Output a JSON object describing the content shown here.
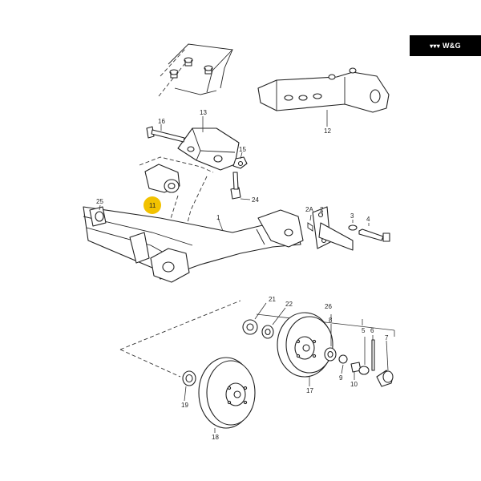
{
  "logo": {
    "mark": "▾▾▾",
    "text": "W&G",
    "color": "#000000"
  },
  "callouts": {
    "c1": "1",
    "c2": "2",
    "c2a": "2A",
    "c3": "3",
    "c4": "4",
    "c5": "5",
    "c6": "6",
    "c7": "7",
    "c8": "8",
    "c9": "9",
    "c10": "10",
    "c11": "11",
    "c12": "12",
    "c13": "13",
    "c15": "15",
    "c16": "16",
    "c17": "17",
    "c18": "18",
    "c19": "19",
    "c21": "21",
    "c22": "22",
    "c24": "24",
    "c25": "25",
    "c26": "26"
  },
  "highlight": {
    "label": "11",
    "color": "#f2c200"
  }
}
